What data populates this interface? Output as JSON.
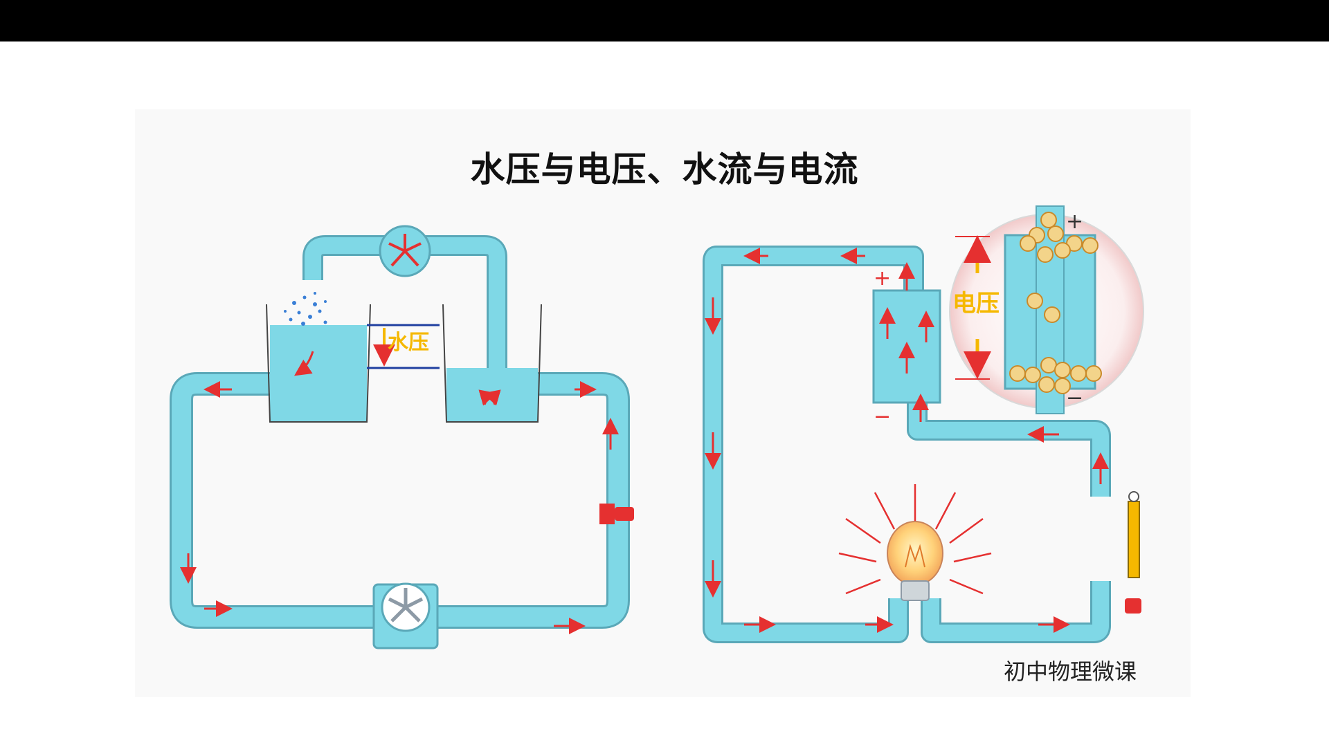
{
  "title": "水压与电压、水流与电流",
  "water_circuit": {
    "pressure_label": "水压"
  },
  "electric_circuit": {
    "voltage_label": "电压",
    "plus_sign": "+",
    "minus_sign": "−",
    "inset_plus_sign": "+",
    "inset_minus_sign": "−"
  },
  "credit": "初中物理微课",
  "colors": {
    "water": "#7fd8e6",
    "pipe_outline": "#5aa8b8",
    "arrow": "#e53030",
    "label": "#f5b800",
    "level_line": "#1f3fa0"
  }
}
